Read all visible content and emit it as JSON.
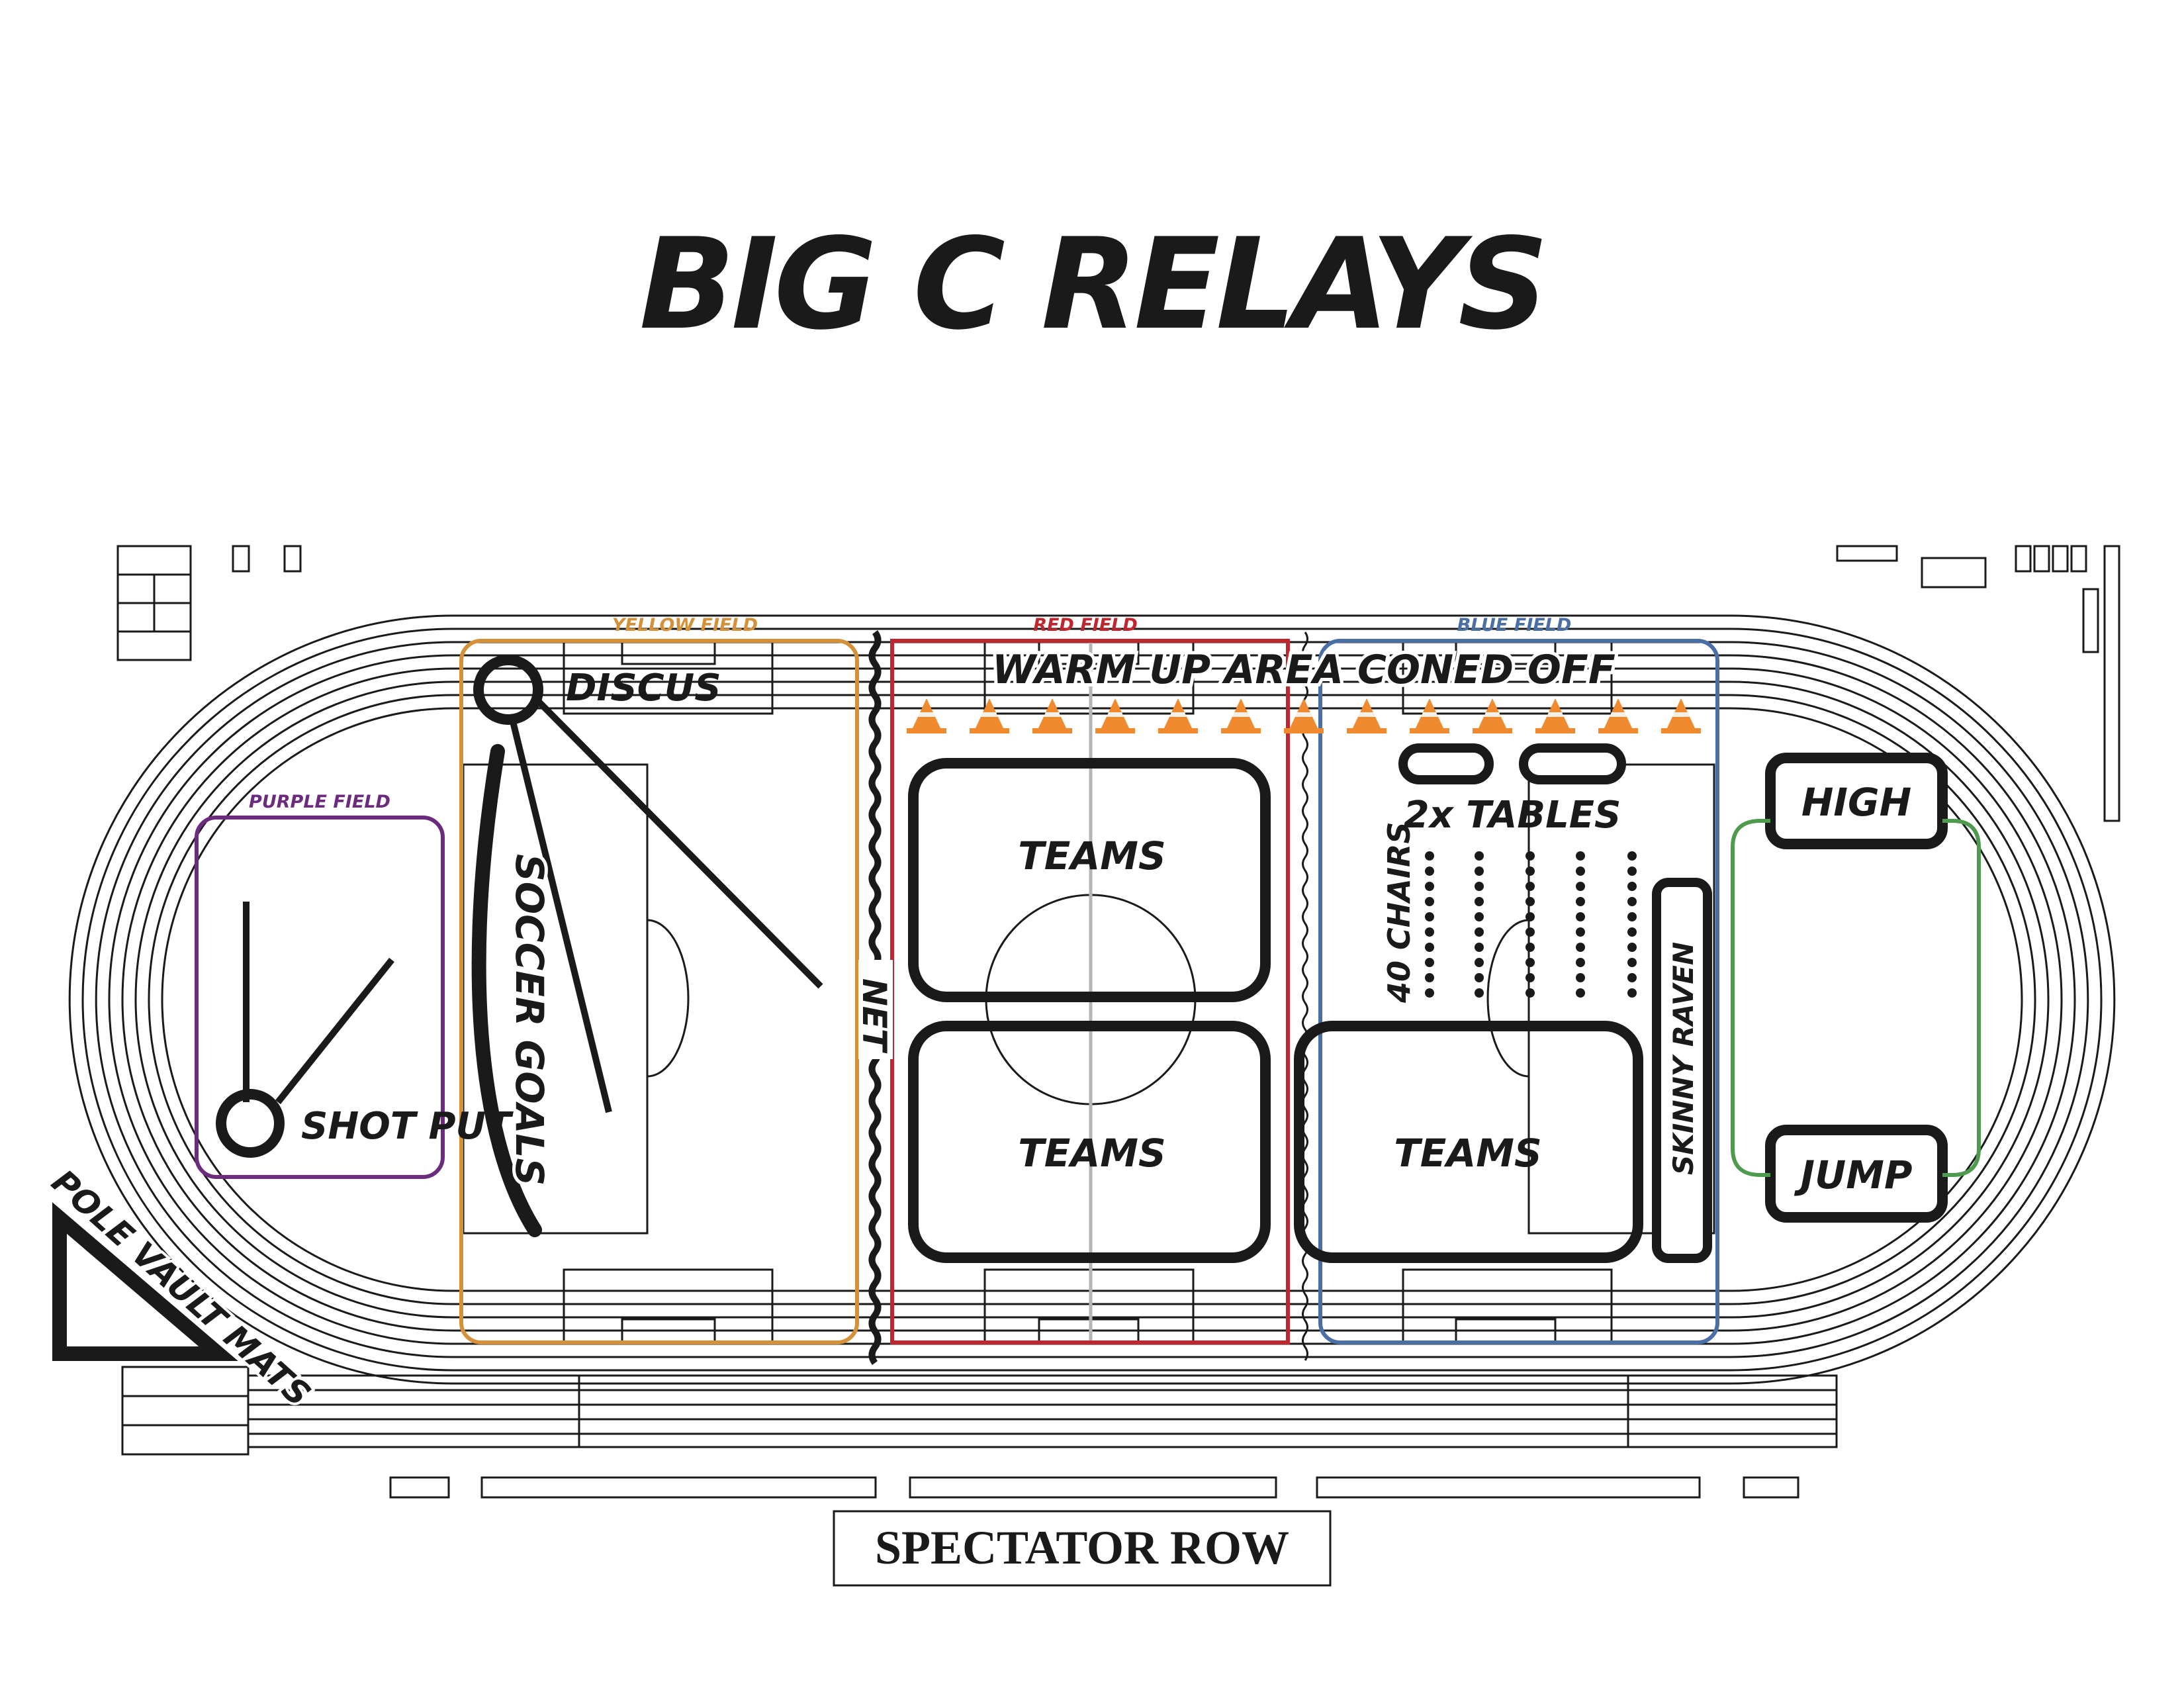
{
  "title": "BIG C RELAYS",
  "fields": {
    "yellow": {
      "label": "YELLOW FIELD",
      "color": "#d4913a"
    },
    "red": {
      "label": "RED FIELD",
      "color": "#c0262d"
    },
    "blue": {
      "label": "BLUE FIELD",
      "color": "#4a6fa5"
    },
    "purple": {
      "label": "PURPLE FIELD",
      "color": "#6b2c7e"
    },
    "green": {
      "color": "#4e9a4e"
    }
  },
  "labels": {
    "discus": "DISCUS",
    "shot_put": "SHOT PUT",
    "soccer_goals": "SOCCER GOALS",
    "net": "NET",
    "warm_up": "WARM UP AREA CONED OFF",
    "teams_1": "TEAMS",
    "teams_2": "TEAMS",
    "teams_3": "TEAMS",
    "tables": "2x TABLES",
    "chairs": "40 CHAIRS",
    "skinny_raven": "SKINNY RAVEN",
    "high": "HIGH",
    "jump": "JUMP",
    "pole_vault": "POLE VAULT MATS",
    "spectator_row": "SPECTATOR ROW"
  },
  "cone_color": "#f08a2e"
}
